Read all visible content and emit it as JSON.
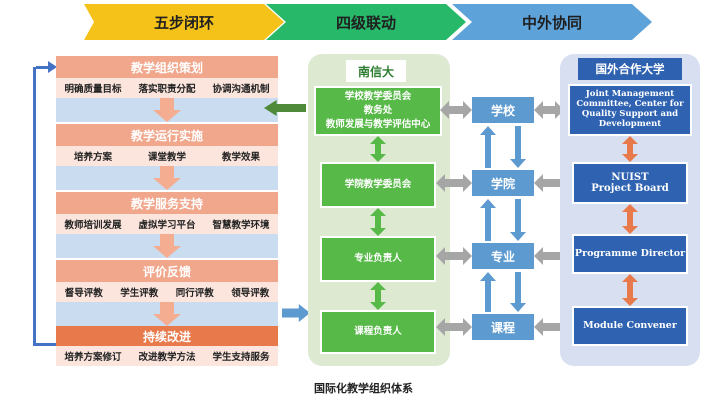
{
  "banners": {
    "left": "五步闭环",
    "middle": "四级联动",
    "right": "中外协同"
  },
  "stages": [
    {
      "title": "教学组织策划",
      "items": [
        "明确质量目标",
        "落实职责分配",
        "协调沟通机制"
      ]
    },
    {
      "title": "教学运行实施",
      "items": [
        "培养方案",
        "课堂教学",
        "教学效果"
      ]
    },
    {
      "title": "教学服务支持",
      "items": [
        "教师培训发展",
        "虚拟学习平台",
        "智慧教学环境"
      ]
    },
    {
      "title": "评价反馈",
      "items": [
        "督导评教",
        "学生评教",
        "同行评教",
        "领导评教"
      ]
    },
    {
      "title": "持续改进",
      "items": [
        "培养方案修订",
        "改进教学方法",
        "学生支持服务"
      ]
    }
  ],
  "nuist": {
    "title": "南信大",
    "boxes": [
      {
        "lines": [
          "学校教学委员会",
          "教务处",
          "教师发展与教学评估中心"
        ]
      },
      {
        "lines": [
          "学院教学委员会"
        ]
      },
      {
        "lines": [
          "专业负责人"
        ]
      },
      {
        "lines": [
          "课程负责人"
        ]
      }
    ]
  },
  "levels": [
    "学校",
    "学院",
    "专业",
    "课程"
  ],
  "partner": {
    "title": "国外合作大学",
    "boxes": [
      {
        "lines": [
          "Joint Management",
          "Committee, Center for",
          "Quality Support and",
          "Development"
        ]
      },
      {
        "lines": [
          "NUIST",
          "Project Board"
        ]
      },
      {
        "lines": [
          "Programme Director"
        ]
      },
      {
        "lines": [
          "Module Convener"
        ]
      }
    ]
  },
  "caption": "国际化教学组织体系",
  "colors": {
    "green": "#57b947",
    "blue": "#2f63b2",
    "mid": "#5d9ad0",
    "orange": "#e7794b",
    "arrow": "#a6a6a6"
  }
}
